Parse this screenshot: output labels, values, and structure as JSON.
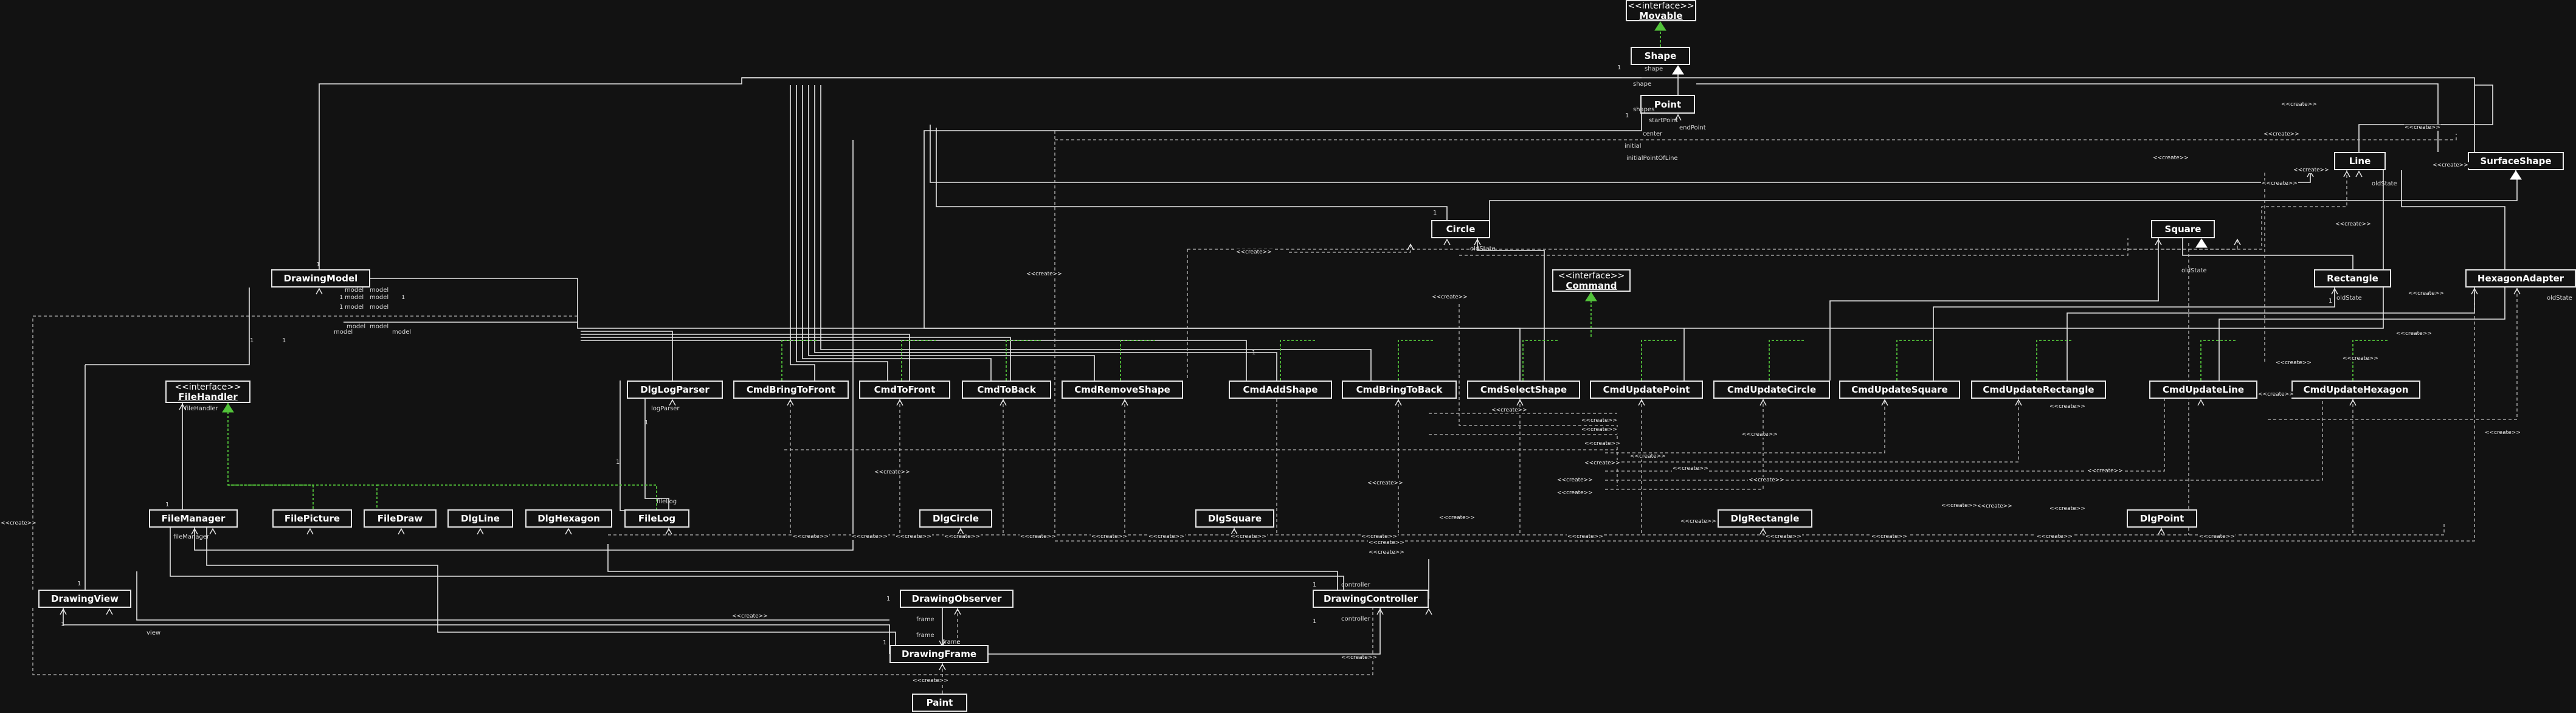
{
  "colors": {
    "background": "#121212",
    "line": "#e6e6e6",
    "dashed": "#bdbdbd",
    "realization": "#52c23a"
  },
  "stereotype": "<<interface>>",
  "create_label": "<<create>>",
  "classes": {
    "movable": "Movable",
    "shape": "Shape",
    "point": "Point",
    "line": "Line",
    "surface_shape": "SurfaceShape",
    "circle": "Circle",
    "square": "Square",
    "rectangle": "Rectangle",
    "hexagon_adapter": "HexagonAdapter",
    "command": "Command",
    "drawing_model": "DrawingModel",
    "file_handler": "FileHandler",
    "dlg_log_parser": "DlgLogParser",
    "cmd_bring_to_front": "CmdBringToFront",
    "cmd_to_front": "CmdToFront",
    "cmd_to_back": "CmdToBack",
    "cmd_remove_shape": "CmdRemoveShape",
    "cmd_add_shape": "CmdAddShape",
    "cmd_bring_to_back": "CmdBringToBack",
    "cmd_select_shape": "CmdSelectShape",
    "cmd_update_point": "CmdUpdatePoint",
    "cmd_update_circle": "CmdUpdateCircle",
    "cmd_update_square": "CmdUpdateSquare",
    "cmd_update_rectangle": "CmdUpdateRectangle",
    "cmd_update_line": "CmdUpdateLine",
    "cmd_update_hexagon": "CmdUpdateHexagon",
    "file_manager": "FileManager",
    "file_picture": "FilePicture",
    "file_draw": "FileDraw",
    "dlg_line": "DlgLine",
    "dlg_hexagon": "DlgHexagon",
    "file_log": "FileLog",
    "dlg_circle": "DlgCircle",
    "dlg_square": "DlgSquare",
    "dlg_rectangle": "DlgRectangle",
    "dlg_point": "DlgPoint",
    "drawing_view": "DrawingView",
    "drawing_observer": "DrawingObserver",
    "drawing_controller": "DrawingController",
    "drawing_frame": "DrawingFrame",
    "paint": "Paint"
  },
  "roles": {
    "shape_role": "shape",
    "shapes": "shapes",
    "start_point": "startPoint",
    "center": "center",
    "end_point": "endPoint",
    "initial": "initial",
    "initial_point_of_line": "initialPointOfLine",
    "old_state": "oldState",
    "model": "model",
    "log_parser": "logParser",
    "file_log": "fileLog",
    "file_handler": "fileHandler",
    "file_manager": "fileManager",
    "view": "view",
    "frame": "frame",
    "controller": "controller",
    "one": "1"
  }
}
